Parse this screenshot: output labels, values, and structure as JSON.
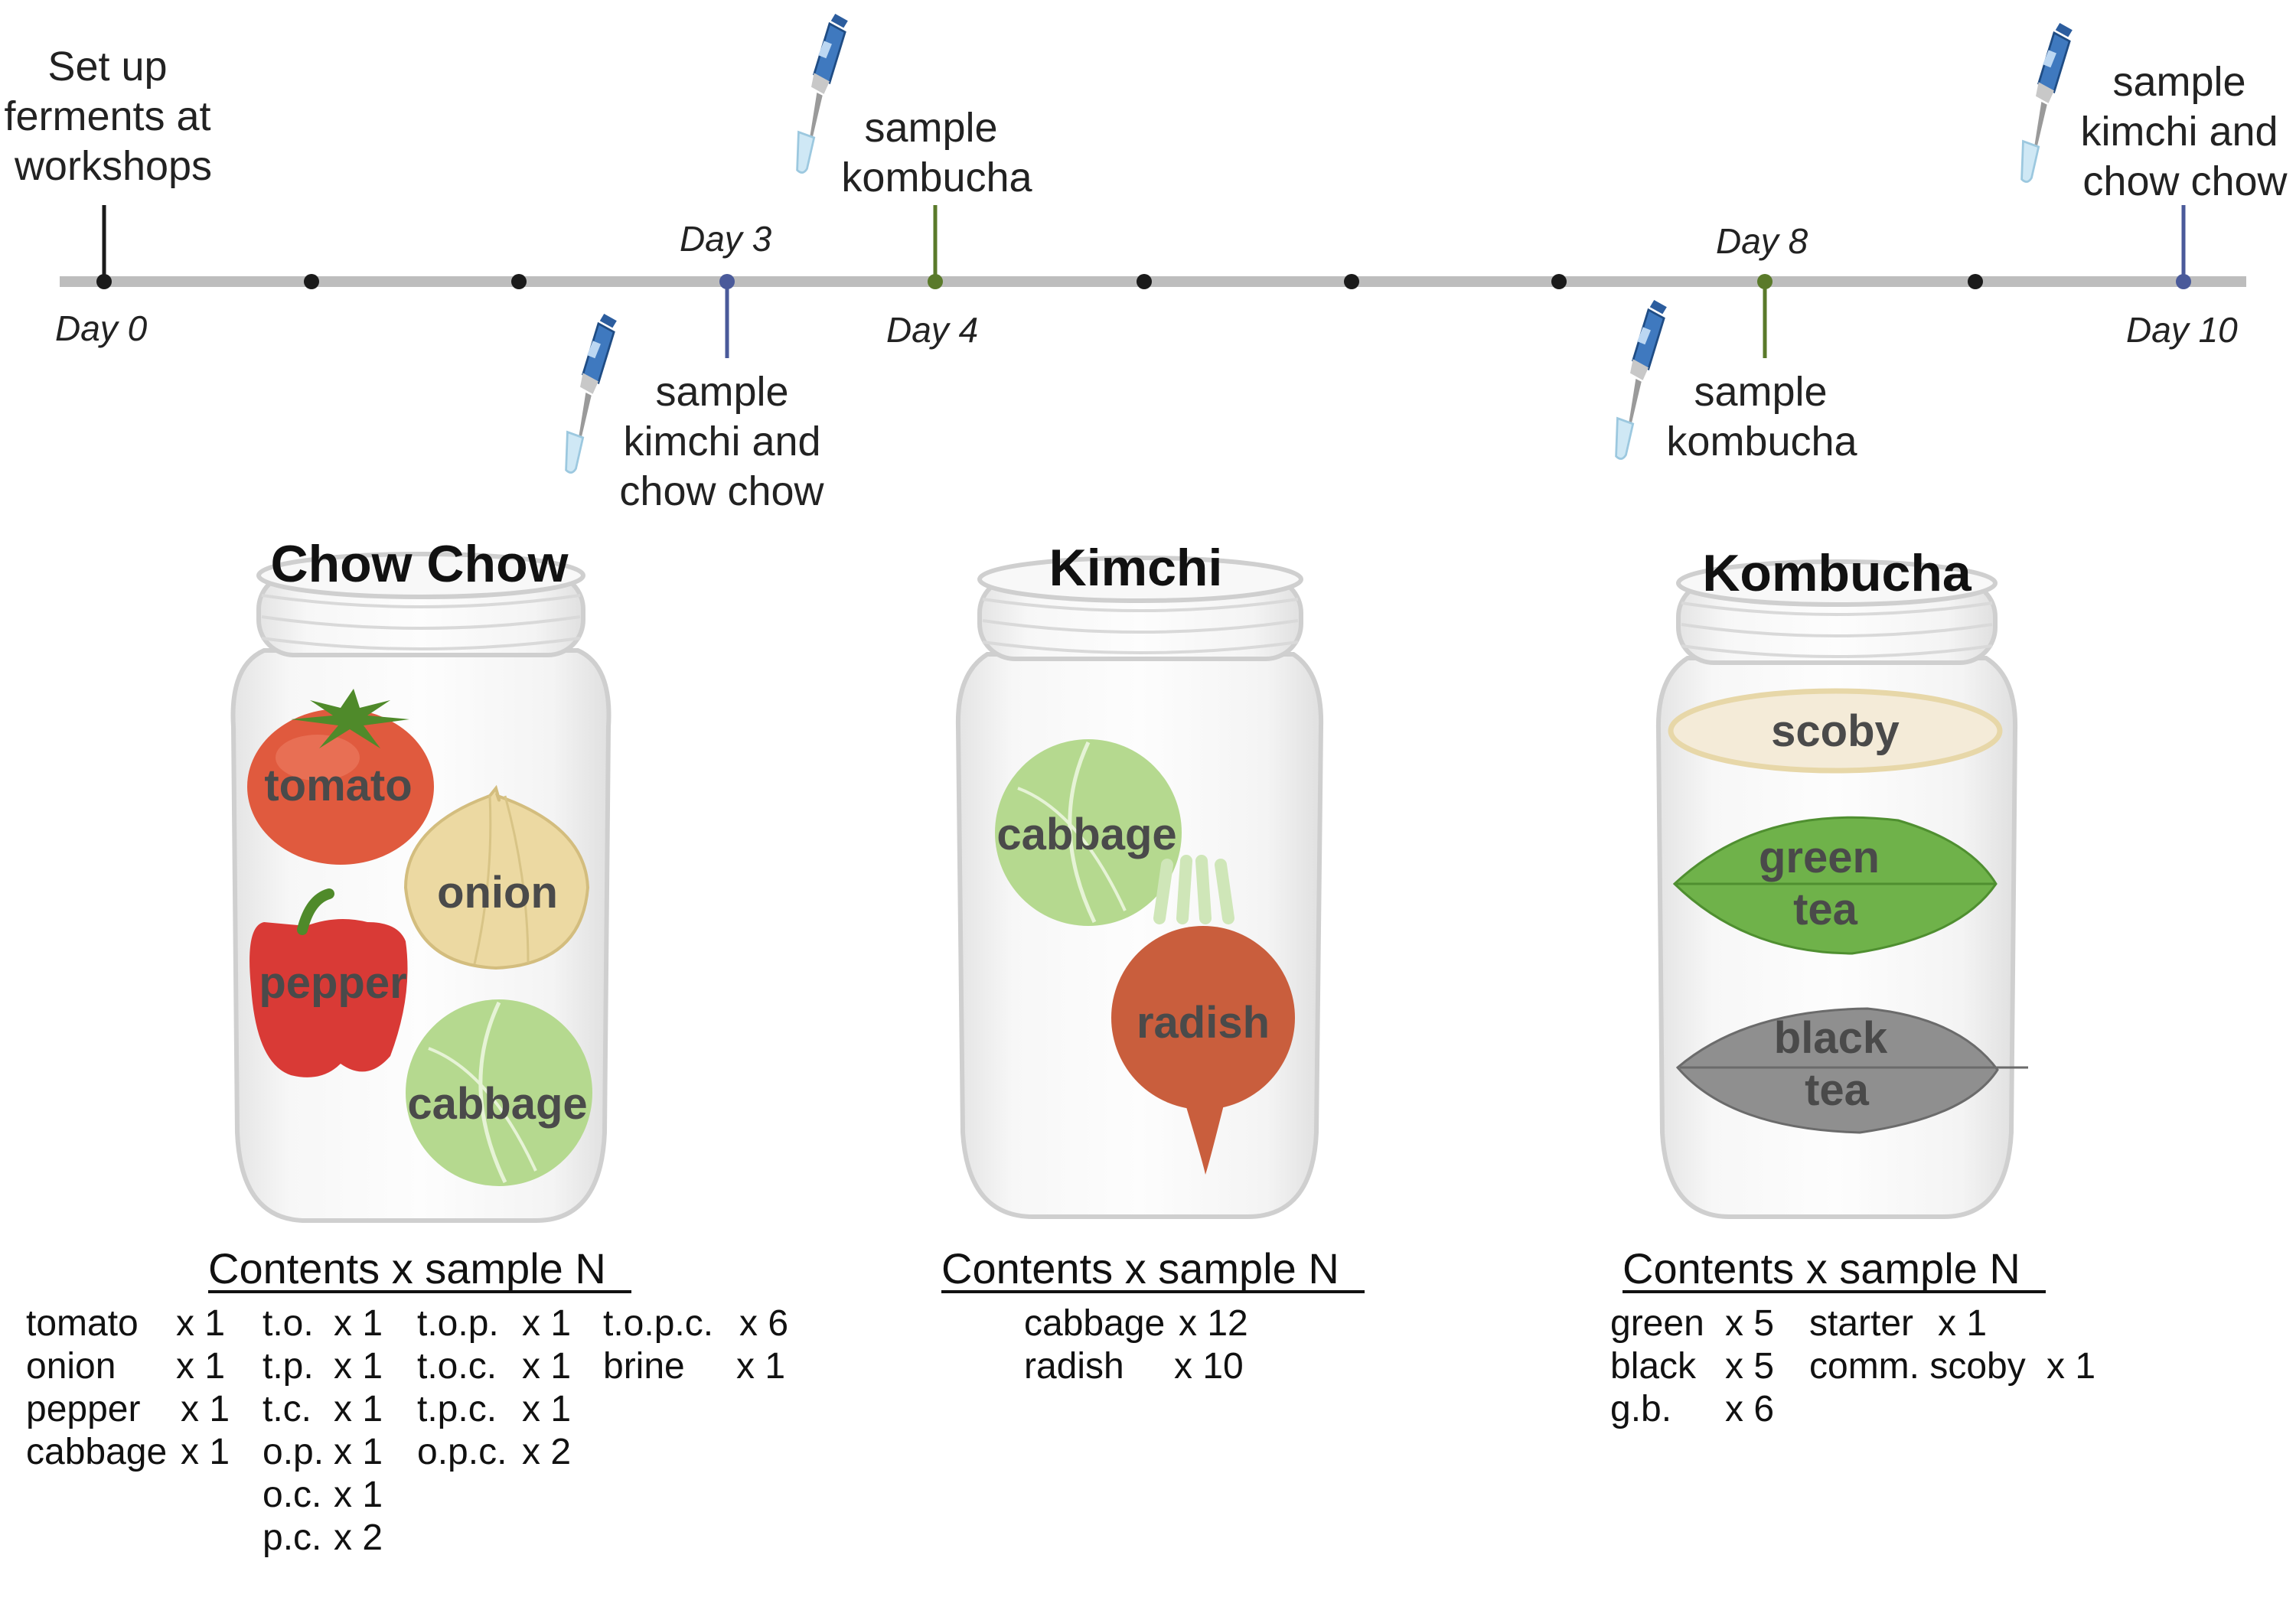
{
  "timeline": {
    "days": [
      "Day 0",
      "Day 3",
      "Day 4",
      "Day 8",
      "Day 10"
    ],
    "setup": [
      "Set up",
      "ferments at",
      "workshops"
    ],
    "events": {
      "d3": [
        "sample",
        "kimchi and",
        "chow chow"
      ],
      "d4": [
        "sample",
        "kombucha"
      ],
      "d8": [
        "sample",
        "kombucha"
      ],
      "d10": [
        "sample",
        "kimchi and",
        "chow chow"
      ]
    },
    "colors": {
      "line": "#bdbdbd",
      "dot": "#1a1a1a",
      "kimchi_event": "#4a5a9a",
      "kombucha_event": "#5a7a2a"
    }
  },
  "jars": {
    "chow": {
      "title": "Chow Chow",
      "items": [
        "tomato",
        "onion",
        "pepper",
        "cabbage"
      ]
    },
    "kimchi": {
      "title": "Kimchi",
      "items": [
        "cabbage",
        "radish"
      ]
    },
    "kombucha": {
      "title": "Kombucha",
      "items": [
        "scoby",
        "green",
        "tea",
        "black",
        "tea"
      ]
    }
  },
  "tables": {
    "header": "Contents x sample N",
    "chow": {
      "c1": [
        [
          "tomato",
          "x 1"
        ],
        [
          "onion",
          "x 1"
        ],
        [
          "pepper",
          "x 1"
        ],
        [
          "cabbage",
          "x 1"
        ]
      ],
      "c2": [
        [
          "t.o.",
          "x 1"
        ],
        [
          "t.p.",
          "x 1"
        ],
        [
          "t.c.",
          "x 1"
        ],
        [
          "o.p.",
          "x 1"
        ],
        [
          "o.c.",
          "x 1"
        ],
        [
          "p.c.",
          "x 2"
        ]
      ],
      "c3": [
        [
          "t.o.p.",
          "x 1"
        ],
        [
          "t.o.c.",
          "x 1"
        ],
        [
          "t.p.c.",
          "x 1"
        ],
        [
          "o.p.c.",
          "x 2"
        ]
      ],
      "c4": [
        [
          "t.o.p.c.",
          "x 6"
        ],
        [
          "brine",
          "x 1"
        ]
      ]
    },
    "kimchi": {
      "c1": [
        [
          "cabbage",
          "x 12"
        ],
        [
          "radish",
          "x 10"
        ]
      ]
    },
    "kombucha": {
      "c1": [
        [
          "green",
          "x 5"
        ],
        [
          "black",
          "x 5"
        ],
        [
          "g.b.",
          "x 6"
        ]
      ],
      "c2": [
        [
          "starter",
          "x 1"
        ],
        [
          "comm. scoby",
          "x 1"
        ]
      ]
    }
  }
}
